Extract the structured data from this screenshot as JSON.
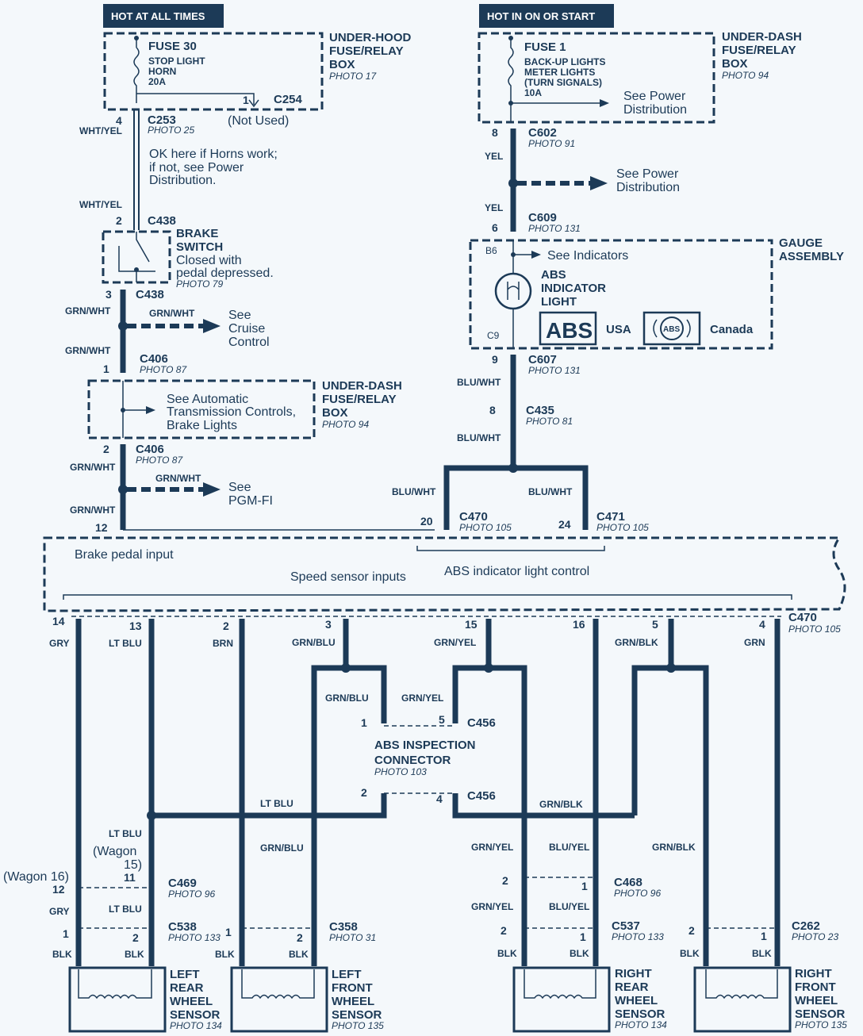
{
  "hot_left": "HOT AT ALL TIMES",
  "hot_right": "HOT IN ON OR START",
  "fuse30": {
    "name": "FUSE 30",
    "desc1": "STOP LIGHT",
    "desc2": "HORN",
    "amp": "20A"
  },
  "uhbox": {
    "l1": "UNDER-HOOD",
    "l2": "FUSE/RELAY",
    "l3": "BOX",
    "photo": "PHOTO 17"
  },
  "c254": {
    "pin": "1",
    "name": "C254",
    "note": "(Not Used)"
  },
  "fuse1": {
    "name": "FUSE 1",
    "d1": "BACK-UP LIGHTS",
    "d2": "METER LIGHTS",
    "d3": "(TURN SIGNALS)",
    "amp": "10A",
    "see": "See Power",
    "see2": "Distribution"
  },
  "udbox": {
    "l1": "UNDER-DASH",
    "l2": "FUSE/RELAY",
    "l3": "BOX",
    "photo": "PHOTO 94"
  },
  "c253": {
    "pin": "4",
    "name": "C253",
    "photo": "PHOTO 25"
  },
  "whtyel": "WHT/YEL",
  "ok": {
    "l1": "OK here if Horns work;",
    "l2": "if not, see Power",
    "l3": "Distribution."
  },
  "c438a": {
    "pin": "2",
    "name": "C438"
  },
  "brake": {
    "l1": "BRAKE",
    "l2": "SWITCH",
    "l3": "Closed with",
    "l4": "pedal depressed.",
    "photo": "PHOTO 79"
  },
  "c438b": {
    "pin": "3",
    "name": "C438"
  },
  "grnwht": "GRN/WHT",
  "cruise": {
    "l1": "See",
    "l2": "Cruise",
    "l3": "Control"
  },
  "c406a": {
    "pin": "1",
    "name": "C406",
    "photo": "PHOTO 87"
  },
  "udbox2": {
    "a1": "See Automatic",
    "a2": "Transmission Controls,",
    "a3": "Brake Lights",
    "l1": "UNDER-DASH",
    "l2": "FUSE/RELAY",
    "l3": "BOX",
    "photo": "PHOTO 94"
  },
  "c406b": {
    "pin": "2",
    "name": "C406",
    "photo": "PHOTO 87"
  },
  "pgm": {
    "l1": "See",
    "l2": "PGM-FI"
  },
  "pin12": "12",
  "c602": {
    "pin": "8",
    "name": "C602",
    "photo": "PHOTO 91"
  },
  "yel": "YEL",
  "pd": {
    "l1": "See Power",
    "l2": "Distribution"
  },
  "c609": {
    "pin": "6",
    "name": "C609",
    "photo": "PHOTO 131"
  },
  "gauge": {
    "l1": "GAUGE",
    "l2": "ASSEMBLY",
    "b6": "B6",
    "see": "See Indicators",
    "abs1": "ABS",
    "abs2": "INDICATOR",
    "abs3": "LIGHT",
    "c9": "C9",
    "absbox": "ABS",
    "usa": "USA",
    "absc": "ABS",
    "canada": "Canada"
  },
  "c607": {
    "pin": "9",
    "name": "C607",
    "photo": "PHOTO 131"
  },
  "bluwht": "BLU/WHT",
  "c435": {
    "pin": "8",
    "name": "C435",
    "photo": "PHOTO 81"
  },
  "c470top": {
    "pin": "20",
    "name": "C470",
    "photo": "PHOTO 105"
  },
  "c471": {
    "pin": "24",
    "name": "C471",
    "photo": "PHOTO 105"
  },
  "ecu": {
    "brake": "Brake pedal input",
    "absctl": "ABS indicator light control",
    "speed": "Speed sensor inputs"
  },
  "c470": {
    "name": "C470",
    "photo": "PHOTO 105"
  },
  "pins": {
    "p14": "14",
    "p13": "13",
    "p2": "2",
    "p3": "3",
    "p15": "15",
    "p16": "16",
    "p5": "5",
    "p4": "4"
  },
  "colors": {
    "gry": "GRY",
    "ltblu": "LT BLU",
    "brn": "BRN",
    "grnblu": "GRN/BLU",
    "grnyel": "GRN/YEL",
    "grnblk": "GRN/BLK",
    "grn": "GRN",
    "bluyel": "BLU/YEL",
    "blk": "BLK"
  },
  "c456": {
    "name": "C456",
    "p1": "1",
    "p5": "5",
    "p2": "2",
    "p4": "4",
    "t1": "ABS INSPECTION",
    "t2": "CONNECTOR",
    "photo": "PHOTO 103"
  },
  "wagon": {
    "w1": "(Wagon",
    "w2": "15)",
    "w3": "(Wagon 16)"
  },
  "c469": {
    "name": "C469",
    "photo": "PHOTO 96",
    "p11": "11",
    "p12": "12"
  },
  "c538": {
    "name": "C538",
    "photo": "PHOTO 133",
    "p1": "1",
    "p2": "2"
  },
  "c358": {
    "name": "C358",
    "photo": "PHOTO 31",
    "p1": "1",
    "p2": "2"
  },
  "c468": {
    "name": "C468",
    "photo": "PHOTO 96",
    "p2": "2",
    "p1": "1"
  },
  "c537": {
    "name": "C537",
    "photo": "PHOTO 133",
    "p2": "2",
    "p1": "1"
  },
  "c262": {
    "name": "C262",
    "photo": "PHOTO 23",
    "p2": "2",
    "p1": "1"
  },
  "lr": {
    "l1": "LEFT",
    "l2": "REAR",
    "l3": "WHEEL",
    "l4": "SENSOR",
    "photo": "PHOTO 134"
  },
  "lf": {
    "l1": "LEFT",
    "l2": "FRONT",
    "l3": "WHEEL",
    "l4": "SENSOR",
    "photo": "PHOTO 135"
  },
  "rr": {
    "l1": "RIGHT",
    "l2": "REAR",
    "l3": "WHEEL",
    "l4": "SENSOR",
    "photo": "PHOTO 134"
  },
  "rf": {
    "l1": "RIGHT",
    "l2": "FRONT",
    "l3": "WHEEL",
    "l4": "SENSOR",
    "photo": "PHOTO 135"
  }
}
